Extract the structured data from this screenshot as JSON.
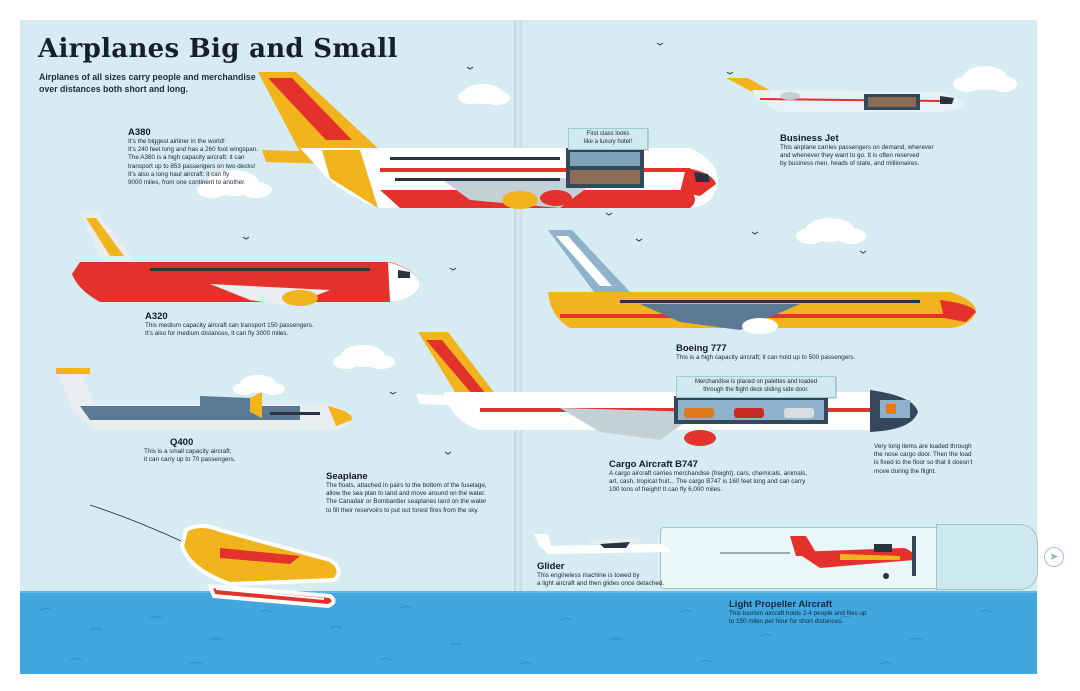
{
  "title": "Airplanes Big and Small",
  "subtitle": "Airplanes of all sizes carry people and merchandise\nover distances both short and long.",
  "aircraft": {
    "a380": {
      "name": "A380",
      "description": "It's the biggest airliner in the world!\nIt's 240 feet long and has a 260 foot wingspan.\nThe A380 is a high capacity aircraft: it can\ntransport up to 853 passengers on two decks!\nIt's also a long haul aircraft: it can fly\n9000 miles, from one continent to another.",
      "callout": "First class looks\nlike a luxury hotel!"
    },
    "business_jet": {
      "name": "Business Jet",
      "description": "This airplane carries passengers on demand, wherever\nand whenever they want to go. It is often reserved\nby business men, heads of state, and millionaires."
    },
    "a320": {
      "name": "A320",
      "description": "This medium capacity aircraft can transport 150 passengers.\nIt's also for medium distances, it can fly 3000 miles."
    },
    "boeing_777": {
      "name": "Boeing 777",
      "description": "This is a high capacity aircraft; it can hold up to 500 passengers."
    },
    "q400": {
      "name": "Q400",
      "description": "This is a small capacity aircraft;\nit can carry up to 70 passengers."
    },
    "cargo_b747": {
      "name": "Cargo Aircraft B747",
      "description": "A cargo aircraft carries merchandise (freight): cars, chemicals, animals,\nart, cash, tropical fruit... The cargo B747 is 160 feet long and can carry\n100 tons of freight! It can fly 6,000 miles.",
      "callout": "Merchandise is placed on palettes and loaded\nthrough the flight deck sliding side door.",
      "side_note": "Very long items are loaded through\nthe nose cargo door. Then the load\nis fixed to the floor so that it doesn't\nmove during the flight."
    },
    "seaplane": {
      "name": "Seaplane",
      "description": "The floats, attached in pairs to the bottom of the fuselage,\nallow the sea plan to land and move around on the water.\nThe Canadair or Bombardier seaplanes land on the water\nto fill their reservoirs to put out forest fires from the sky."
    },
    "glider": {
      "name": "Glider",
      "description": "This engineless machine is towed by\na light aircraft and then glides once detached."
    },
    "light_propeller": {
      "name": "Light Propeller Aircraft",
      "description": "This tourism aircraft holds 2-4 people and flies up\nto 150 miles per hour for short distances."
    }
  },
  "colors": {
    "sky": "#d6ecf2",
    "sea": "#42a7de",
    "red": "#e2322b",
    "yellow": "#f1b41d",
    "white": "#ffffff"
  },
  "icons": [
    "cloud-icon",
    "bird-icon",
    "arrow-right-icon"
  ]
}
